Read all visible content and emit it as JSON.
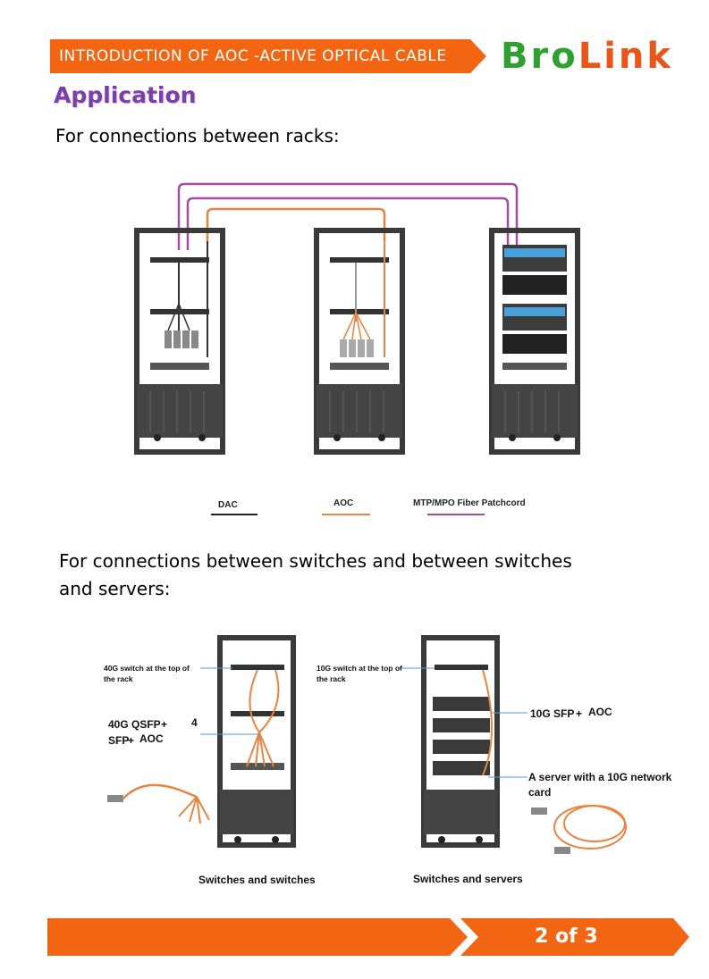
{
  "header": {
    "title": "INTRODUCTION OF AOC -ACTIVE OPTICAL CABLE",
    "logo_part1": "Bro",
    "logo_part2": "Link"
  },
  "section_title": "Application",
  "heading_racks": "For connections between racks:",
  "legend": {
    "dac": "DAC",
    "aoc": "AOC",
    "mtp": "MTP/MPO Fiber Patchcord"
  },
  "heading_switches_line1": "For connections between switches and between switches",
  "heading_switches_line2": "and servers:",
  "figure_left": {
    "label_top_line1": "40G switch at the top of",
    "label_top_line2": "the rack",
    "label_qsfp": "40G QSFP",
    "label_plus1": "+",
    "label_four": "4",
    "label_sfp": "SFP",
    "label_plus2": "+",
    "label_aoc": "AOC",
    "caption": "Switches and switches"
  },
  "figure_right": {
    "label_top_line1": "10G switch at the top of",
    "label_top_line2": "the rack",
    "label_sfp": "10G SFP",
    "label_plus": "+",
    "label_aoc": "AOC",
    "label_server_line1": "A server with a 10G network",
    "label_server_line2": "card",
    "caption": "Switches and servers"
  },
  "footer": {
    "page": "2",
    "of": "of",
    "total": "3"
  },
  "colors": {
    "orange": "#f26513",
    "purple": "#7b3fa8",
    "green": "#30a030",
    "rack": "#3a3a3a",
    "aoc": "#e8843f",
    "mtp": "#a24fa0"
  }
}
